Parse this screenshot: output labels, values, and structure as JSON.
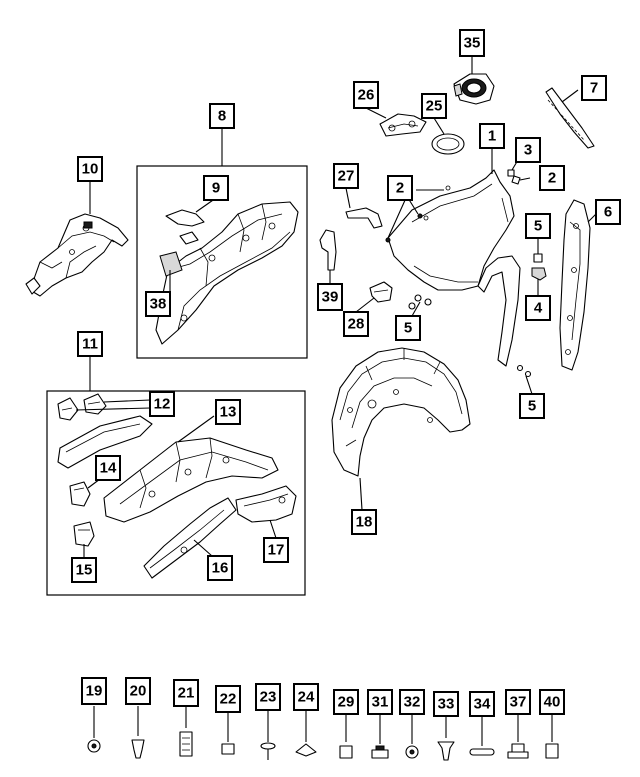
{
  "callouts": {
    "c1": "1",
    "c2a": "2",
    "c2b": "2",
    "c3": "3",
    "c4": "4",
    "c5a": "5",
    "c5b": "5",
    "c5c": "5",
    "c6": "6",
    "c7": "7",
    "c8": "8",
    "c9": "9",
    "c10": "10",
    "c11": "11",
    "c12": "12",
    "c13": "13",
    "c14": "14",
    "c15": "15",
    "c16": "16",
    "c17": "17",
    "c18": "18",
    "c19": "19",
    "c20": "20",
    "c21": "21",
    "c22": "22",
    "c23": "23",
    "c24": "24",
    "c25": "25",
    "c26": "26",
    "c27": "27",
    "c28": "28",
    "c29": "29",
    "c31": "31",
    "c32": "32",
    "c33": "33",
    "c34": "34",
    "c35": "35",
    "c37": "37",
    "c38": "38",
    "c39": "39",
    "c40": "40"
  },
  "colors": {
    "line": "#000000",
    "background": "#ffffff"
  }
}
